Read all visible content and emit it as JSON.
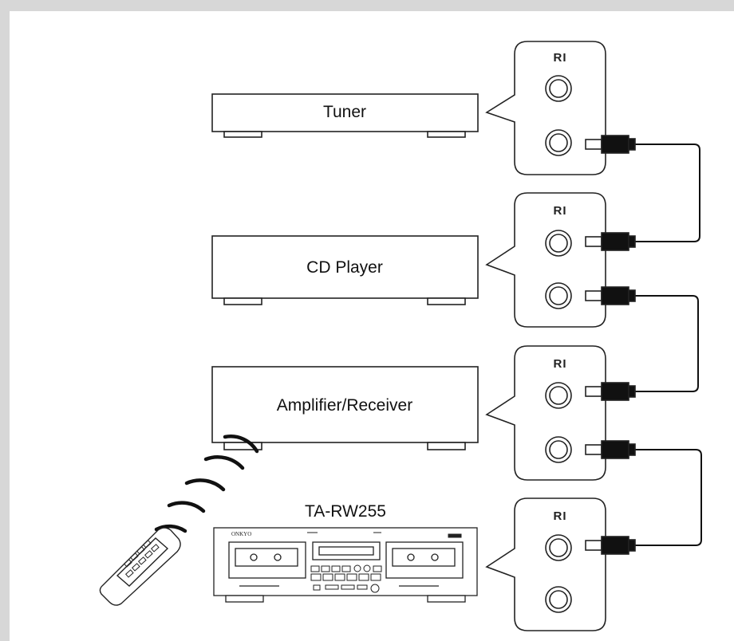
{
  "devices": {
    "tuner": {
      "label": "Tuner"
    },
    "cd_player": {
      "label": "CD Player"
    },
    "amplifier": {
      "label": "Amplifier/Receiver"
    },
    "tape_deck": {
      "label": "TA-RW255",
      "brand": "ONKYO"
    }
  },
  "ri_label": "RI",
  "colors": {
    "background": "#d7d7d7",
    "panel": "#ffffff",
    "stroke": "#222222",
    "plug": "#111111"
  }
}
